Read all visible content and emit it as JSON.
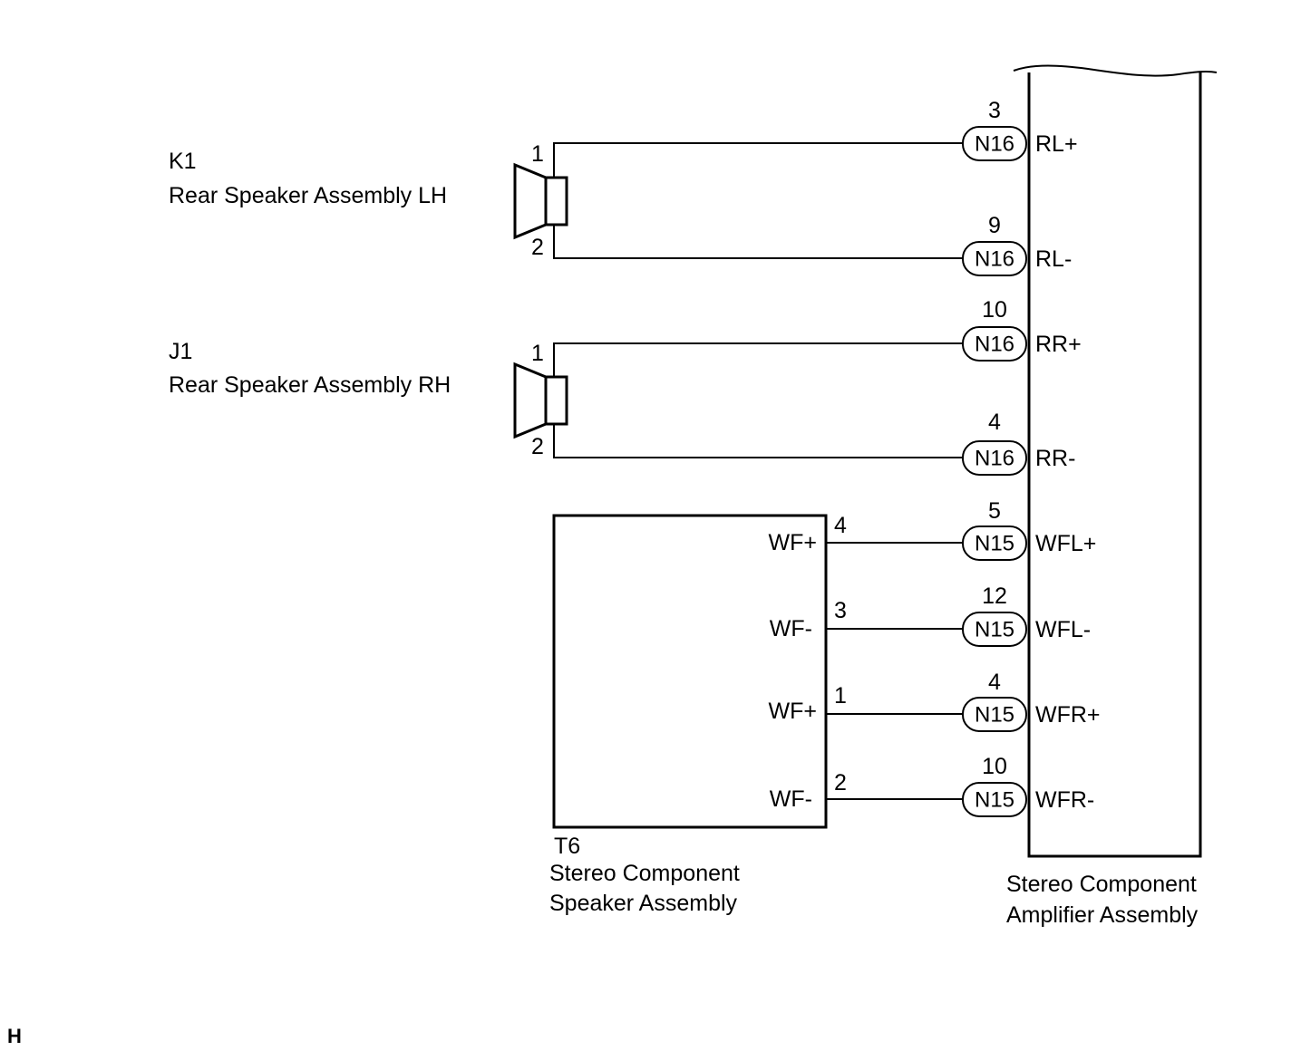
{
  "speakers": [
    {
      "code": "K1",
      "name": "Rear Speaker Assembly LH",
      "pin_top": "1",
      "pin_bottom": "2"
    },
    {
      "code": "J1",
      "name": "Rear Speaker Assembly RH",
      "pin_top": "1",
      "pin_bottom": "2"
    }
  ],
  "subwoofer": {
    "code": "T6",
    "name_line1": "Stereo Component",
    "name_line2": "Speaker Assembly",
    "terminals": [
      {
        "label": "WF+",
        "pin": "4"
      },
      {
        "label": "WF-",
        "pin": "3"
      },
      {
        "label": "WF+",
        "pin": "1"
      },
      {
        "label": "WF-",
        "pin": "2"
      }
    ]
  },
  "amplifier": {
    "name_line1": "Stereo Component",
    "name_line2": "Amplifier Assembly",
    "terminals": [
      {
        "connector": "N16",
        "pin": "3",
        "signal": "RL+"
      },
      {
        "connector": "N16",
        "pin": "9",
        "signal": "RL-"
      },
      {
        "connector": "N16",
        "pin": "10",
        "signal": "RR+"
      },
      {
        "connector": "N16",
        "pin": "4",
        "signal": "RR-"
      },
      {
        "connector": "N15",
        "pin": "5",
        "signal": "WFL+"
      },
      {
        "connector": "N15",
        "pin": "12",
        "signal": "WFL-"
      },
      {
        "connector": "N15",
        "pin": "4",
        "signal": "WFR+"
      },
      {
        "connector": "N15",
        "pin": "10",
        "signal": "WFR-"
      }
    ]
  },
  "corner_mark": "H"
}
